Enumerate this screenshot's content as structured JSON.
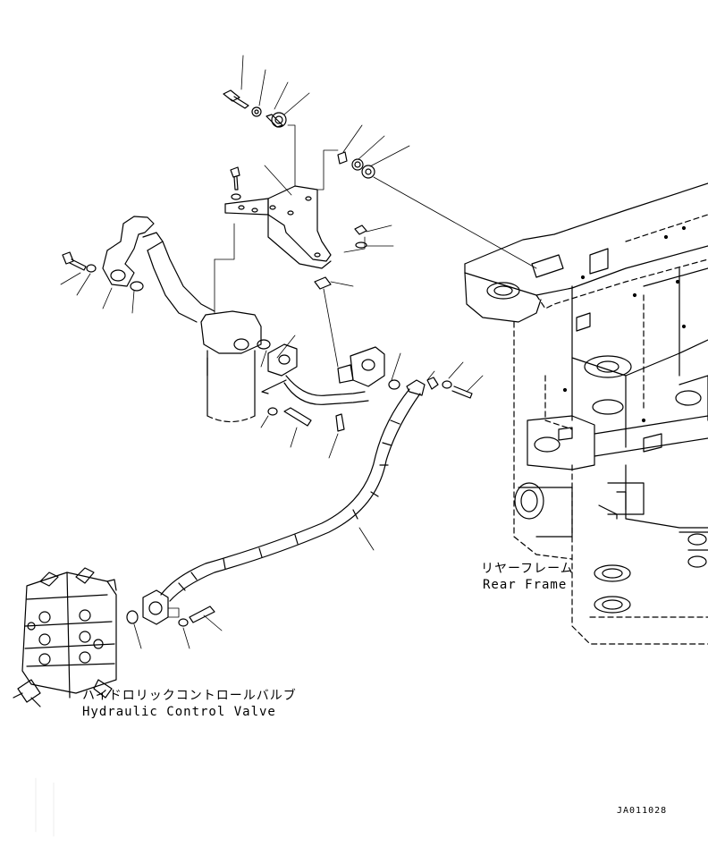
{
  "labels": {
    "rear_frame_jp": "リヤーフレーム",
    "rear_frame_en": "Rear Frame",
    "hcv_jp": "ハイドロリックコントロールバルブ",
    "hcv_en": "Hydraulic Control Valve",
    "drawing_ref": "JA011028"
  },
  "colors": {
    "line": "#000000",
    "background": "#ffffff"
  }
}
